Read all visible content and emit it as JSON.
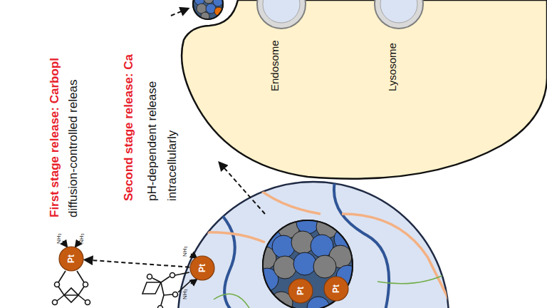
{
  "diagram": {
    "nodes": [
      {
        "text": [
          "Endosome",
          "Lysosome"
        ]
      },
      {
        "text": [
          "Pt"
        ]
      },
      {
        "text": [
          "Pt"
        ]
      },
      {
        "text": [
          "Pt"
        ]
      },
      {
        "text": [
          "Pt"
        ]
      }
    ],
    "edges": [
      {
        "from": 2,
        "to": 1,
        "arrow": "to"
      }
    ],
    "labels": [
      "First stage release: Carbopl",
      "diffusion-controlled releas",
      "Second stage release: Ca",
      "pH-dependent release intracellularly",
      "NH₃",
      "NH₃",
      "NH₃",
      "NH₃"
    ]
  }
}
